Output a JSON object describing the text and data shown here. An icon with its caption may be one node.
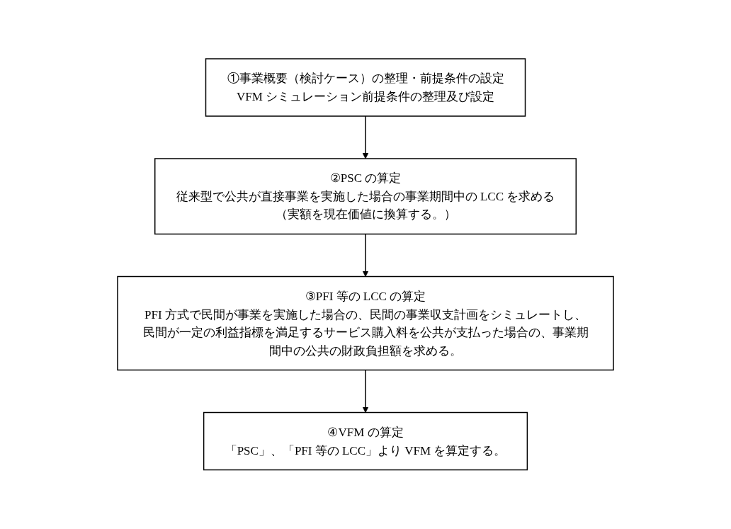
{
  "diagram": {
    "nodes": [
      {
        "text": [
          "①事業概要（検討ケース）の整理・前提条件の設定",
          "VFM シミュレーション前提条件の整理及び設定"
        ]
      },
      {
        "text": [
          "②PSC の算定",
          "従来型で公共が直接事業を実施した場合の事業期間中の LCC を求める",
          "（実額を現在価値に換算する。）"
        ]
      },
      {
        "text": [
          "③PFI 等の LCC の算定",
          "PFI 方式で民間が事業を実施した場合の、民間の事業収支計画をシミュレートし、民間が一定の利益指標を満足するサービス購入料を公共が支払った場合の、事業期間中の公共の財政負担額を求める。"
        ]
      },
      {
        "text": [
          "④VFM の算定",
          "「PSC」、「PFI 等の LCC」より VFM を算定する。"
        ]
      }
    ],
    "edges": [
      {
        "from": 0,
        "to": 1,
        "arrow": "to"
      },
      {
        "from": 1,
        "to": 2,
        "arrow": "to"
      },
      {
        "from": 2,
        "to": 3,
        "arrow": "to"
      }
    ]
  }
}
